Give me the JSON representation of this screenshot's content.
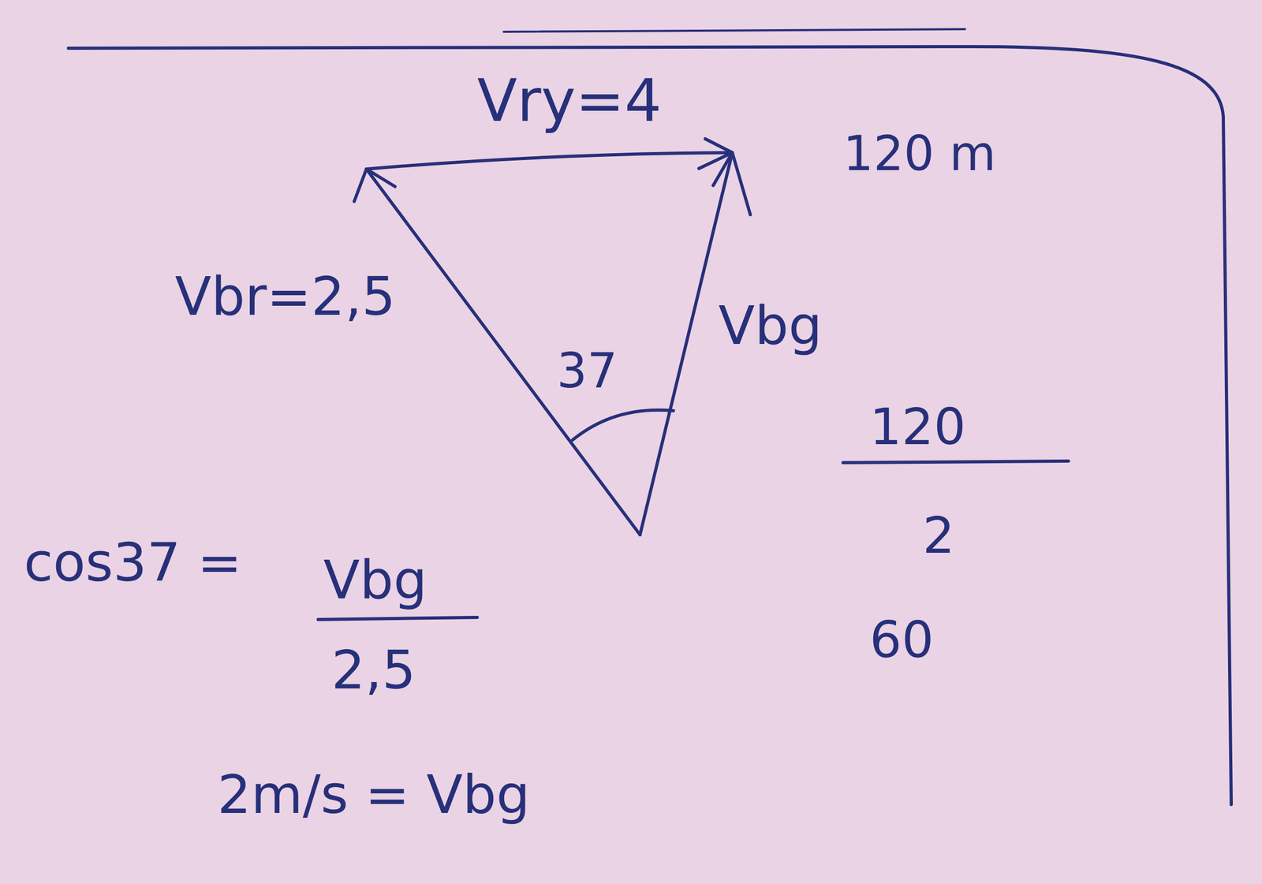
{
  "diagram": {
    "labels": [
      "Vry=4",
      "120 m",
      "Vbr=2,5",
      "37",
      "Vbg",
      "120",
      "2",
      "cos37 =",
      "Vbg",
      "60",
      "2,5",
      "2m/s = Vbg"
    ]
  }
}
